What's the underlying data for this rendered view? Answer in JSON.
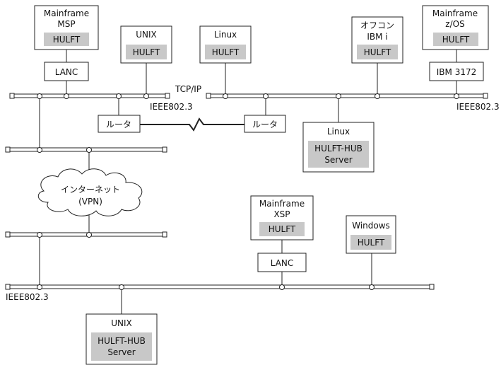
{
  "systems": {
    "mainframe_msp": {
      "lines": [
        "Mainframe",
        "MSP"
      ],
      "product": "HULFT"
    },
    "unix_top": {
      "lines": [
        "UNIX"
      ],
      "product": "HULFT"
    },
    "linux_top": {
      "lines": [
        "Linux"
      ],
      "product": "HULFT"
    },
    "office_ibmi": {
      "lines": [
        "オフコン",
        "IBM i"
      ],
      "product": "HULFT"
    },
    "mainframe_zos": {
      "lines": [
        "Mainframe",
        "z/OS"
      ],
      "product": "HULFT"
    },
    "linux_hub": {
      "lines": [
        "Linux"
      ],
      "product_lines": [
        "HULFT-HUB",
        "Server"
      ]
    },
    "mainframe_xsp": {
      "lines": [
        "Mainframe",
        "XSP"
      ],
      "product": "HULFT"
    },
    "windows": {
      "lines": [
        "Windows"
      ],
      "product": "HULFT"
    },
    "unix_hub": {
      "lines": [
        "UNIX"
      ],
      "product_lines": [
        "HULFT-HUB",
        "Server"
      ]
    }
  },
  "devices": {
    "lanc_top": "LANC",
    "lanc_bottom": "LANC",
    "ibm3172": "IBM 3172",
    "router_left": "ルータ",
    "router_right": "ルータ"
  },
  "labels": {
    "tcpip": "TCP/IP",
    "ieee_top_left": "IEEE802.3",
    "ieee_top_right": "IEEE802.3",
    "ieee_bottom": "IEEE802.3",
    "vpn_line1": "インターネット",
    "vpn_line2": "(VPN)"
  }
}
